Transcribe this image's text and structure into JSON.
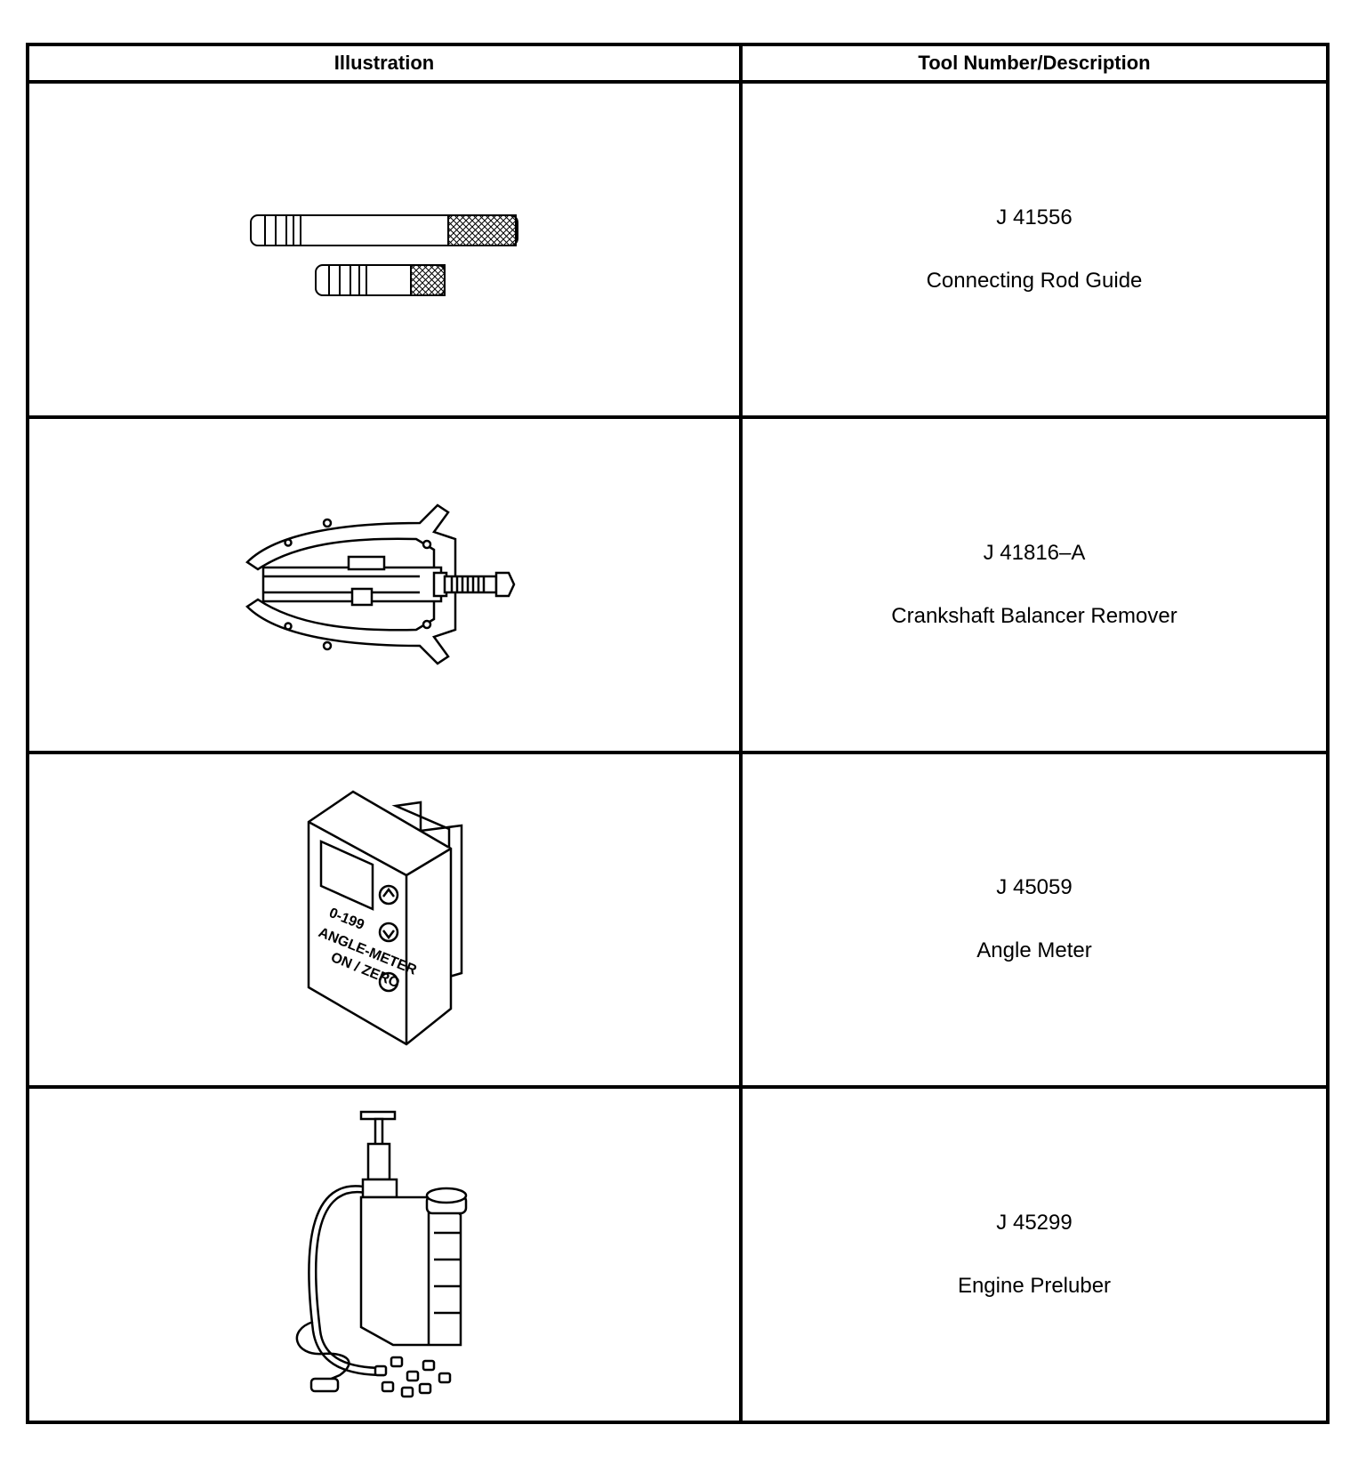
{
  "table": {
    "headers": {
      "illustration": "Illustration",
      "tool": "Tool Number/Description"
    },
    "rows": [
      {
        "number": "J 41556",
        "description": "Connecting Rod Guide",
        "icon": "connecting-rod-guide-illustration"
      },
      {
        "number": "J 41816–A",
        "description": "Crankshaft Balancer Remover",
        "icon": "crankshaft-balancer-remover-illustration"
      },
      {
        "number": "J 45059",
        "description": "Angle Meter",
        "icon": "angle-meter-illustration",
        "device_labels": {
          "range": "0-199",
          "name": "ANGLE-METER",
          "button": "ON / ZERO"
        }
      },
      {
        "number": "J 45299",
        "description": "Engine Preluber",
        "icon": "engine-preluber-illustration"
      }
    ]
  }
}
